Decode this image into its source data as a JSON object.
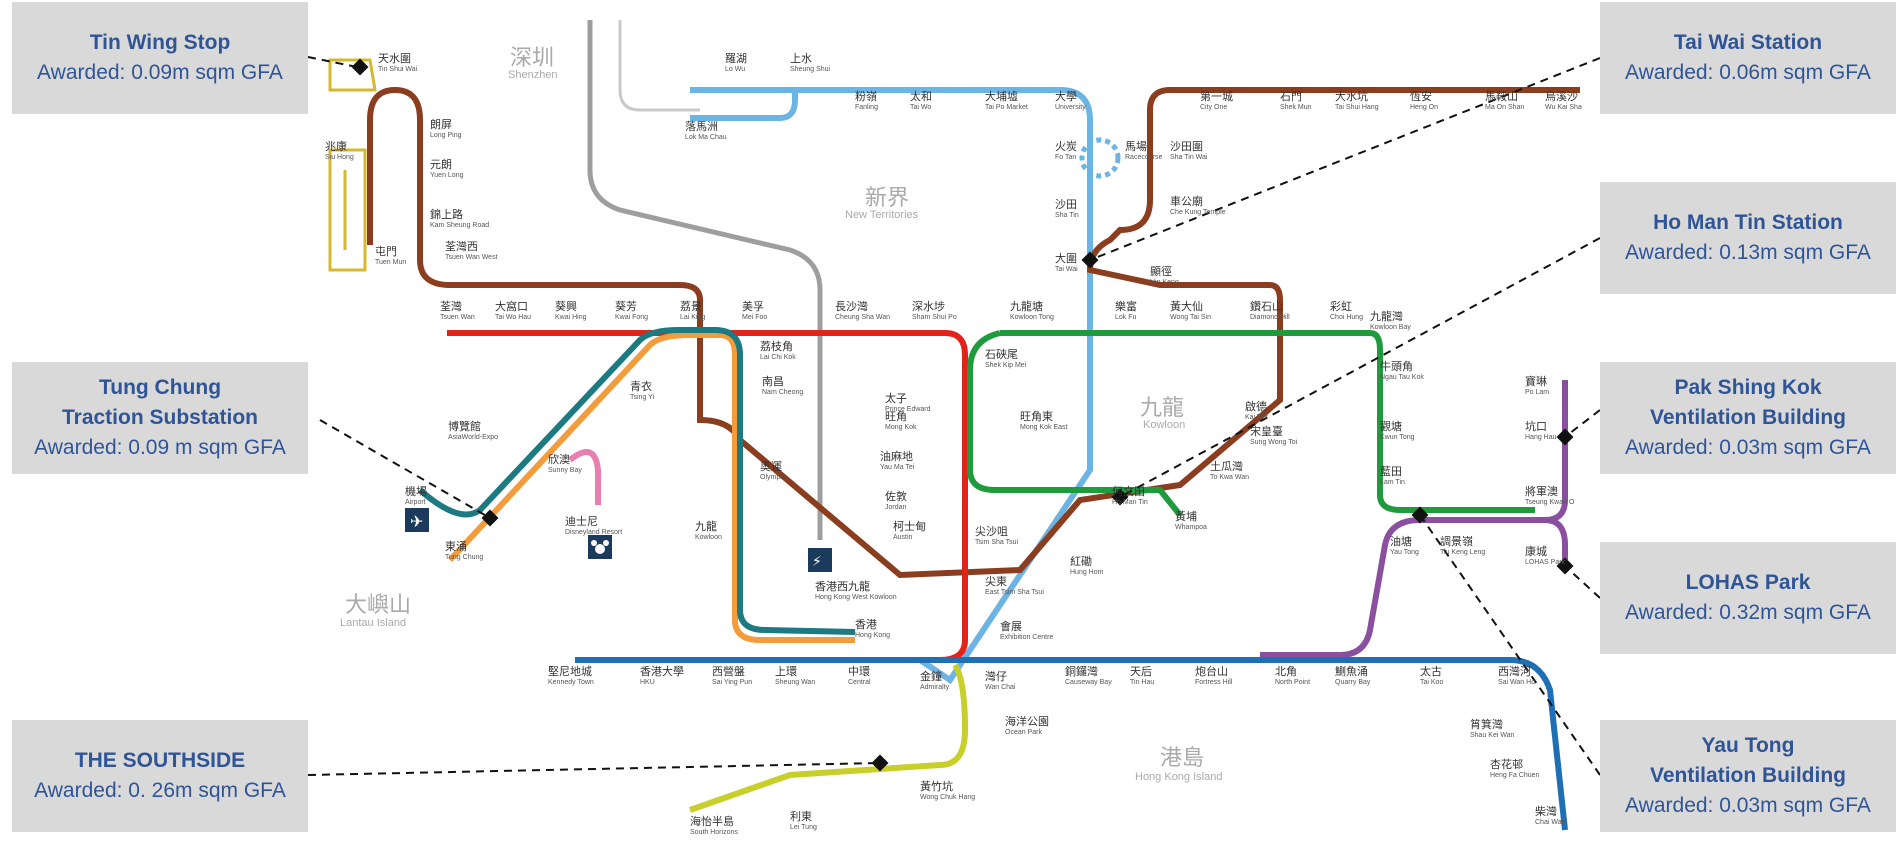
{
  "callouts": [
    {
      "id": "tin-wing",
      "lines": [
        "Tin Wing Stop"
      ],
      "award": "Awarded: 0.09m sqm GFA"
    },
    {
      "id": "tai-wai",
      "lines": [
        "Tai Wai Station"
      ],
      "award": "Awarded: 0.06m sqm GFA"
    },
    {
      "id": "ho-man-tin",
      "lines": [
        "Ho Man Tin Station"
      ],
      "award": "Awarded: 0.13m sqm GFA"
    },
    {
      "id": "tung-chung",
      "lines": [
        "Tung Chung",
        "Traction Substation"
      ],
      "award": "Awarded: 0.09 m sqm GFA"
    },
    {
      "id": "pak-shing-kok",
      "lines": [
        "Pak Shing Kok",
        "Ventilation Building"
      ],
      "award": "Awarded: 0.03m sqm GFA"
    },
    {
      "id": "lohas",
      "lines": [
        "LOHAS Park"
      ],
      "award": "Awarded: 0.32m sqm GFA"
    },
    {
      "id": "southside",
      "lines": [
        "THE SOUTHSIDE"
      ],
      "award": "Awarded: 0. 26m sqm GFA"
    },
    {
      "id": "yau-tong",
      "lines": [
        "Yau Tong",
        "Ventilation Building"
      ],
      "award": "Awarded: 0.03m sqm GFA"
    }
  ],
  "regions": [
    {
      "cn": "深圳",
      "en": "Shenzhen"
    },
    {
      "cn": "新界",
      "en": "New Territories"
    },
    {
      "cn": "九龍",
      "en": "Kowloon"
    },
    {
      "cn": "大嶼山",
      "en": "Lantau Island"
    },
    {
      "cn": "港島",
      "en": "Hong Kong Island"
    }
  ],
  "stations": [
    {
      "cn": "天水圍",
      "en": "Tin Shui Wai"
    },
    {
      "cn": "朗屏",
      "en": "Long Ping"
    },
    {
      "cn": "元朗",
      "en": "Yuen Long"
    },
    {
      "cn": "兆康",
      "en": "Siu Hong"
    },
    {
      "cn": "錦上路",
      "en": "Kam Sheung Road"
    },
    {
      "cn": "屯門",
      "en": "Tuen Mun"
    },
    {
      "cn": "荃灣西",
      "en": "Tsuen Wan West"
    },
    {
      "cn": "羅湖",
      "en": "Lo Wu"
    },
    {
      "cn": "上水",
      "en": "Sheung Shui"
    },
    {
      "cn": "落馬洲",
      "en": "Lok Ma Chau"
    },
    {
      "cn": "粉嶺",
      "en": "Fanling"
    },
    {
      "cn": "太和",
      "en": "Tai Wo"
    },
    {
      "cn": "大埔墟",
      "en": "Tai Po Market"
    },
    {
      "cn": "大學",
      "en": "University"
    },
    {
      "cn": "火炭",
      "en": "Fo Tan"
    },
    {
      "cn": "馬場",
      "en": "Racecourse"
    },
    {
      "cn": "沙田",
      "en": "Sha Tin"
    },
    {
      "cn": "大圍",
      "en": "Tai Wai"
    },
    {
      "cn": "第一城",
      "en": "City One"
    },
    {
      "cn": "石門",
      "en": "Shek Mun"
    },
    {
      "cn": "大水坑",
      "en": "Tai Shui Hang"
    },
    {
      "cn": "恆安",
      "en": "Heng On"
    },
    {
      "cn": "馬鞍山",
      "en": "Ma On Shan"
    },
    {
      "cn": "烏溪沙",
      "en": "Wu Kai Sha"
    },
    {
      "cn": "沙田圍",
      "en": "Sha Tin Wai"
    },
    {
      "cn": "車公廟",
      "en": "Che Kung Temple"
    },
    {
      "cn": "顯徑",
      "en": "Hin Keng"
    },
    {
      "cn": "荃灣",
      "en": "Tsuen Wan"
    },
    {
      "cn": "大窩口",
      "en": "Tai Wo Hau"
    },
    {
      "cn": "葵興",
      "en": "Kwai Hing"
    },
    {
      "cn": "葵芳",
      "en": "Kwai Fong"
    },
    {
      "cn": "荔景",
      "en": "Lai King"
    },
    {
      "cn": "美孚",
      "en": "Mei Foo"
    },
    {
      "cn": "長沙灣",
      "en": "Cheung Sha Wan"
    },
    {
      "cn": "深水埗",
      "en": "Sham Shui Po"
    },
    {
      "cn": "九龍塘",
      "en": "Kowloon Tong"
    },
    {
      "cn": "樂富",
      "en": "Lok Fu"
    },
    {
      "cn": "黃大仙",
      "en": "Wong Tai Sin"
    },
    {
      "cn": "鑽石山",
      "en": "Diamond Hill"
    },
    {
      "cn": "彩虹",
      "en": "Choi Hung"
    },
    {
      "cn": "九龍灣",
      "en": "Kowloon Bay"
    },
    {
      "cn": "荔枝角",
      "en": "Lai Chi Kok"
    },
    {
      "cn": "石硤尾",
      "en": "Shek Kip Mei"
    },
    {
      "cn": "太子",
      "en": "Prince Edward"
    },
    {
      "cn": "南昌",
      "en": "Nam Cheong"
    },
    {
      "cn": "旺角",
      "en": "Mong Kok"
    },
    {
      "cn": "旺角東",
      "en": "Mong Kok East"
    },
    {
      "cn": "油麻地",
      "en": "Yau Ma Tei"
    },
    {
      "cn": "奧運",
      "en": "Olympic"
    },
    {
      "cn": "佐敦",
      "en": "Jordan"
    },
    {
      "cn": "九龍",
      "en": "Kowloon"
    },
    {
      "cn": "柯士甸",
      "en": "Austin"
    },
    {
      "cn": "尖沙咀",
      "en": "Tsim Sha Tsui"
    },
    {
      "cn": "尖東",
      "en": "East Tsim Sha Tsui"
    },
    {
      "cn": "紅磡",
      "en": "Hung Hom"
    },
    {
      "cn": "何文田",
      "en": "Ho Man Tin"
    },
    {
      "cn": "黃埔",
      "en": "Whampoa"
    },
    {
      "cn": "土瓜灣",
      "en": "To Kwa Wan"
    },
    {
      "cn": "宋皇臺",
      "en": "Sung Wong Toi"
    },
    {
      "cn": "啟德",
      "en": "Kai Tak"
    },
    {
      "cn": "牛頭角",
      "en": "Ngau Tau Kok"
    },
    {
      "cn": "觀塘",
      "en": "Kwun Tong"
    },
    {
      "cn": "藍田",
      "en": "Lam Tin"
    },
    {
      "cn": "油塘",
      "en": "Yau Tong"
    },
    {
      "cn": "調景嶺",
      "en": "Tiu Keng Leng"
    },
    {
      "cn": "將軍澳",
      "en": "Tseung Kwan O"
    },
    {
      "cn": "寶琳",
      "en": "Po Lam"
    },
    {
      "cn": "坑口",
      "en": "Hang Hau"
    },
    {
      "cn": "康城",
      "en": "LOHAS Park"
    },
    {
      "cn": "青衣",
      "en": "Tsing Yi"
    },
    {
      "cn": "博覽館",
      "en": "AsiaWorld-Expo"
    },
    {
      "cn": "機場",
      "en": "Airport"
    },
    {
      "cn": "欣澳",
      "en": "Sunny Bay"
    },
    {
      "cn": "迪士尼",
      "en": "Disneyland Resort"
    },
    {
      "cn": "東涌",
      "en": "Tung Chung"
    },
    {
      "cn": "香港西九龍",
      "en": "Hong Kong West Kowloon"
    },
    {
      "cn": "香港",
      "en": "Hong Kong"
    },
    {
      "cn": "會展",
      "en": "Exhibition Centre"
    },
    {
      "cn": "堅尼地城",
      "en": "Kennedy Town"
    },
    {
      "cn": "香港大學",
      "en": "HKU"
    },
    {
      "cn": "西營盤",
      "en": "Sai Ying Pun"
    },
    {
      "cn": "上環",
      "en": "Sheung Wan"
    },
    {
      "cn": "中環",
      "en": "Central"
    },
    {
      "cn": "金鐘",
      "en": "Admiralty"
    },
    {
      "cn": "灣仔",
      "en": "Wan Chai"
    },
    {
      "cn": "銅鑼灣",
      "en": "Causeway Bay"
    },
    {
      "cn": "天后",
      "en": "Tin Hau"
    },
    {
      "cn": "炮台山",
      "en": "Fortress Hill"
    },
    {
      "cn": "北角",
      "en": "North Point"
    },
    {
      "cn": "鰂魚涌",
      "en": "Quarry Bay"
    },
    {
      "cn": "太古",
      "en": "Tai Koo"
    },
    {
      "cn": "西灣河",
      "en": "Sai Wan Ho"
    },
    {
      "cn": "筲箕灣",
      "en": "Shau Kei Wan"
    },
    {
      "cn": "杏花邨",
      "en": "Heng Fa Chuen"
    },
    {
      "cn": "柴灣",
      "en": "Chai Wan"
    },
    {
      "cn": "海洋公園",
      "en": "Ocean Park"
    },
    {
      "cn": "黃竹坑",
      "en": "Wong Chuk Hang"
    },
    {
      "cn": "利東",
      "en": "Lei Tung"
    },
    {
      "cn": "海怡半島",
      "en": "South Horizons"
    }
  ],
  "colors": {
    "box_bg": "#d9d9d9",
    "box_text": "#2f5597",
    "east_rail": "#6cb4e4",
    "west_rail": "#b5a01f",
    "tuen_ma": "#8b3d1f",
    "tsuen_wan": "#e2231a",
    "kwun_tong": "#1f9a3c",
    "island": "#1f6fb5",
    "tko": "#8a4f9e",
    "tung_chung": "#f39c3b",
    "airport": "#1c7a80",
    "disney": "#e87fb0",
    "south_island": "#c8cf2a",
    "xrl": "#9e9e9e",
    "light_rail": "#d4b82e"
  }
}
